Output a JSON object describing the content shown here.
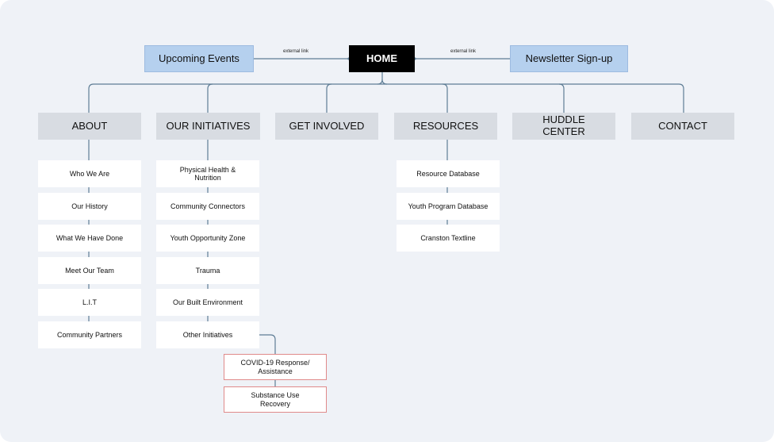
{
  "home": {
    "label": "HOME"
  },
  "external": {
    "left": {
      "label": "Upcoming Events",
      "link_label": "external link"
    },
    "right": {
      "label": "Newsletter Sign-up",
      "link_label": "external link"
    }
  },
  "sections": [
    {
      "label": "ABOUT",
      "items": [
        "Who We Are",
        "Our History",
        "What We Have Done",
        "Meet Our Team",
        "L.I.T",
        "Community Partners"
      ]
    },
    {
      "label": "OUR INITIATIVES",
      "items": [
        "Physical Health & Nutrition",
        "Community Connectors",
        "Youth Opportunity Zone",
        "Trauma",
        "Our Built Environment",
        "Other Initiatives"
      ],
      "sub_items": [
        "COVID-19 Response/ Assistance",
        "Substance Use Recovery"
      ]
    },
    {
      "label": "GET INVOLVED",
      "items": []
    },
    {
      "label": "RESOURCES",
      "items": [
        "Resource Database",
        "Youth Program Database",
        "Cranston Textline"
      ]
    },
    {
      "label": "HUDDLE CENTER",
      "items": []
    },
    {
      "label": "CONTACT",
      "items": []
    }
  ],
  "colors": {
    "background": "#eff2f7",
    "connector": "#5e7d95",
    "external_box": "#b5d0ee",
    "section_box": "#d8dce2",
    "highlight_border": "#e08a8a"
  }
}
